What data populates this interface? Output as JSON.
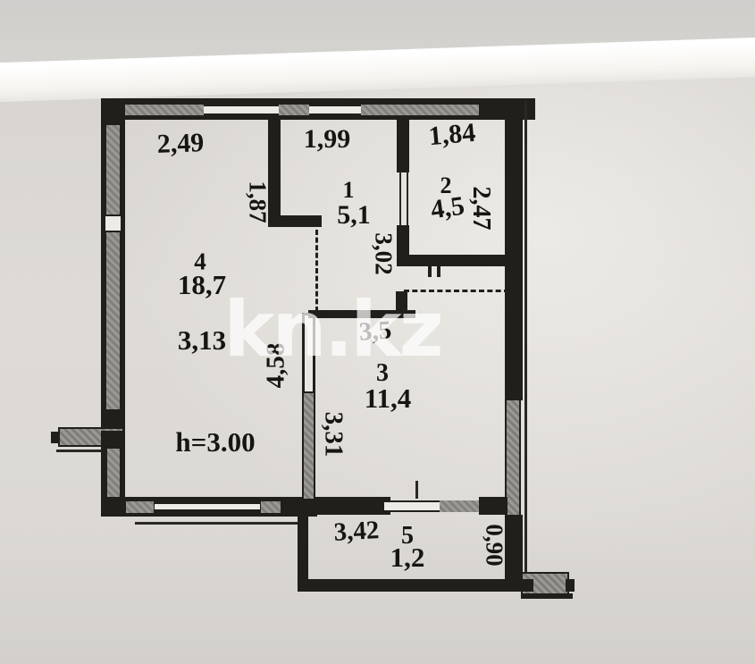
{
  "watermark": {
    "text": "kn.kz"
  },
  "plan": {
    "rooms": {
      "r1": {
        "number": "1",
        "area": "5,1"
      },
      "r2": {
        "number": "2",
        "area": "4,5"
      },
      "r3": {
        "number": "3",
        "area": "11,4"
      },
      "r4": {
        "number": "4",
        "area": "18,7"
      },
      "r5": {
        "number": "5",
        "area": "1,2"
      }
    },
    "dimensions": {
      "room4_top_width": "2,49",
      "room1_top_width": "1,99",
      "room2_top_width": "1,84",
      "room1_left_height": "1,87",
      "room2_right_height": "2,47",
      "corridor_height": "3,02",
      "room4_width": "3,13",
      "room4_left_height": "4,58",
      "room3_top_width": "3,5",
      "room3_left_height": "3,31",
      "ceiling_height": "h=3.00",
      "room5_width": "3,42",
      "room5_depth": "0,90"
    },
    "colors": {
      "wall": "#211f1c",
      "paper": "#dcd9d5",
      "window_fill": "#8e8c88"
    }
  }
}
